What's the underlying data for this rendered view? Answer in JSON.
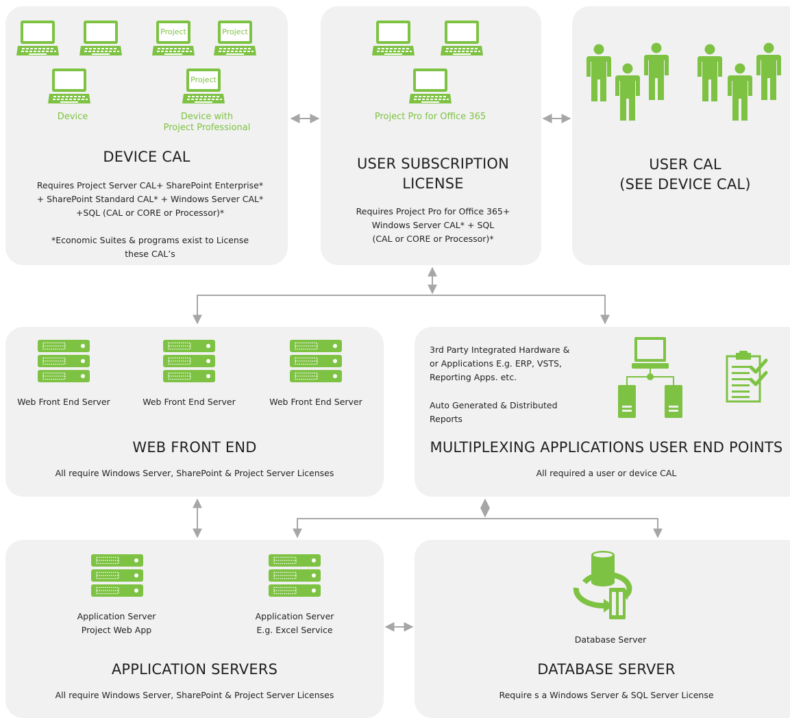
{
  "colors": {
    "green": "#7dc242",
    "panel": "#f1f1f1",
    "arrow": "#a6a6a6"
  },
  "device_cal": {
    "label_device": "Device",
    "label_device_pro_line1": "Device with",
    "label_device_pro_line2": "Project Professional",
    "laptop_screen_text": "Project",
    "title": "DEVICE CAL",
    "req_line1": "Requires Project Server CAL+ SharePoint Enterprise*",
    "req_line2": "+ SharePoint Standard CAL* + Windows Server CAL*",
    "req_line3": "+SQL (CAL or CORE or Processor)*",
    "note_line1": "*Economic Suites & programs exist to License",
    "note_line2": "these CAL’s"
  },
  "user_subscription": {
    "label": "Project Pro for Office 365",
    "title_line1": "USER SUBSCRIPTION",
    "title_line2": "LICENSE",
    "req_line1": "Requires Project Pro for Office 365+",
    "req_line2": "Windows Server CAL* + SQL",
    "req_line3": "(CAL or CORE or Processor)*"
  },
  "user_cal": {
    "title_line1": "USER CAL",
    "title_line2": "(SEE DEVICE CAL)"
  },
  "web_front_end": {
    "servers": [
      "Web Front End Server",
      "Web Front End Server",
      "Web Front End Server"
    ],
    "title": "WEB FRONT END",
    "desc": "All require Windows Server, SharePoint & Project Server Licenses"
  },
  "multiplexing": {
    "text1_line1": "3rd Party Integrated Hardware &",
    "text1_line2": "or Applications E.g. ERP, VSTS,",
    "text1_line3": "Reporting Apps. etc.",
    "text2_line1": "Auto Generated & Distributed",
    "text2_line2": "Reports",
    "title": "MULTIPLEXING APPLICATIONS USER END POINTS",
    "desc": "All required a user or device CAL"
  },
  "app_servers": {
    "server1_line1": "Application Server",
    "server1_line2": "Project Web App",
    "server2_line1": "Application Server",
    "server2_line2": "E.g. Excel Service",
    "title": "APPLICATION SERVERS",
    "desc": "All require Windows Server, SharePoint & Project Server Licenses"
  },
  "database": {
    "label": "Database Server",
    "title": "DATABASE SERVER",
    "desc": "Require s a Windows Server & SQL Server License"
  }
}
